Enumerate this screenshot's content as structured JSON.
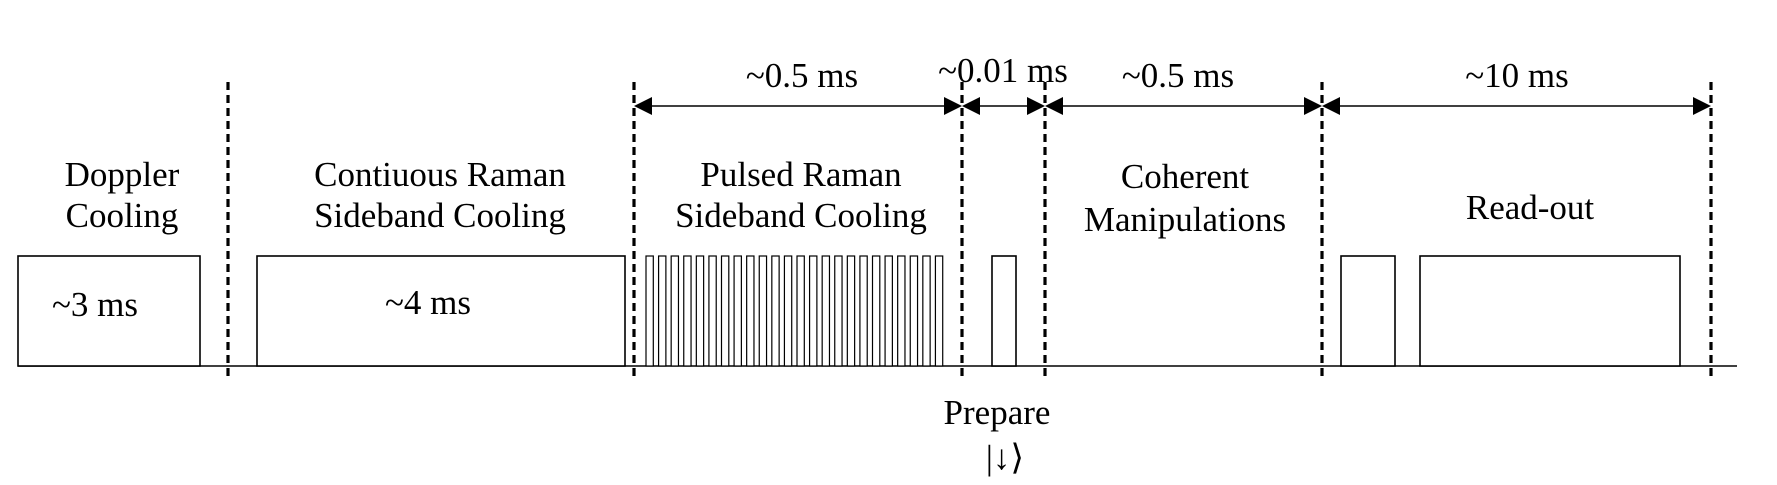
{
  "phases": {
    "doppler": {
      "line1": "Doppler",
      "line2": "Cooling",
      "duration": "~3 ms"
    },
    "continuous_raman": {
      "line1": "Contiuous Raman",
      "line2": "Sideband Cooling",
      "duration": "~4 ms"
    },
    "pulsed_raman": {
      "line1": "Pulsed Raman",
      "line2": "Sideband Cooling"
    },
    "coherent": {
      "line1": "Coherent",
      "line2": "Manipulations"
    },
    "readout": {
      "label": "Read-out"
    }
  },
  "timings": {
    "pulsed": "~0.5 ms",
    "prepare": "~0.01 ms",
    "coherent": "~0.5 ms",
    "readout": "~10 ms"
  },
  "prepare": {
    "label": "Prepare",
    "state": "|↓⟩"
  },
  "pulsed_pulse_count": 24
}
